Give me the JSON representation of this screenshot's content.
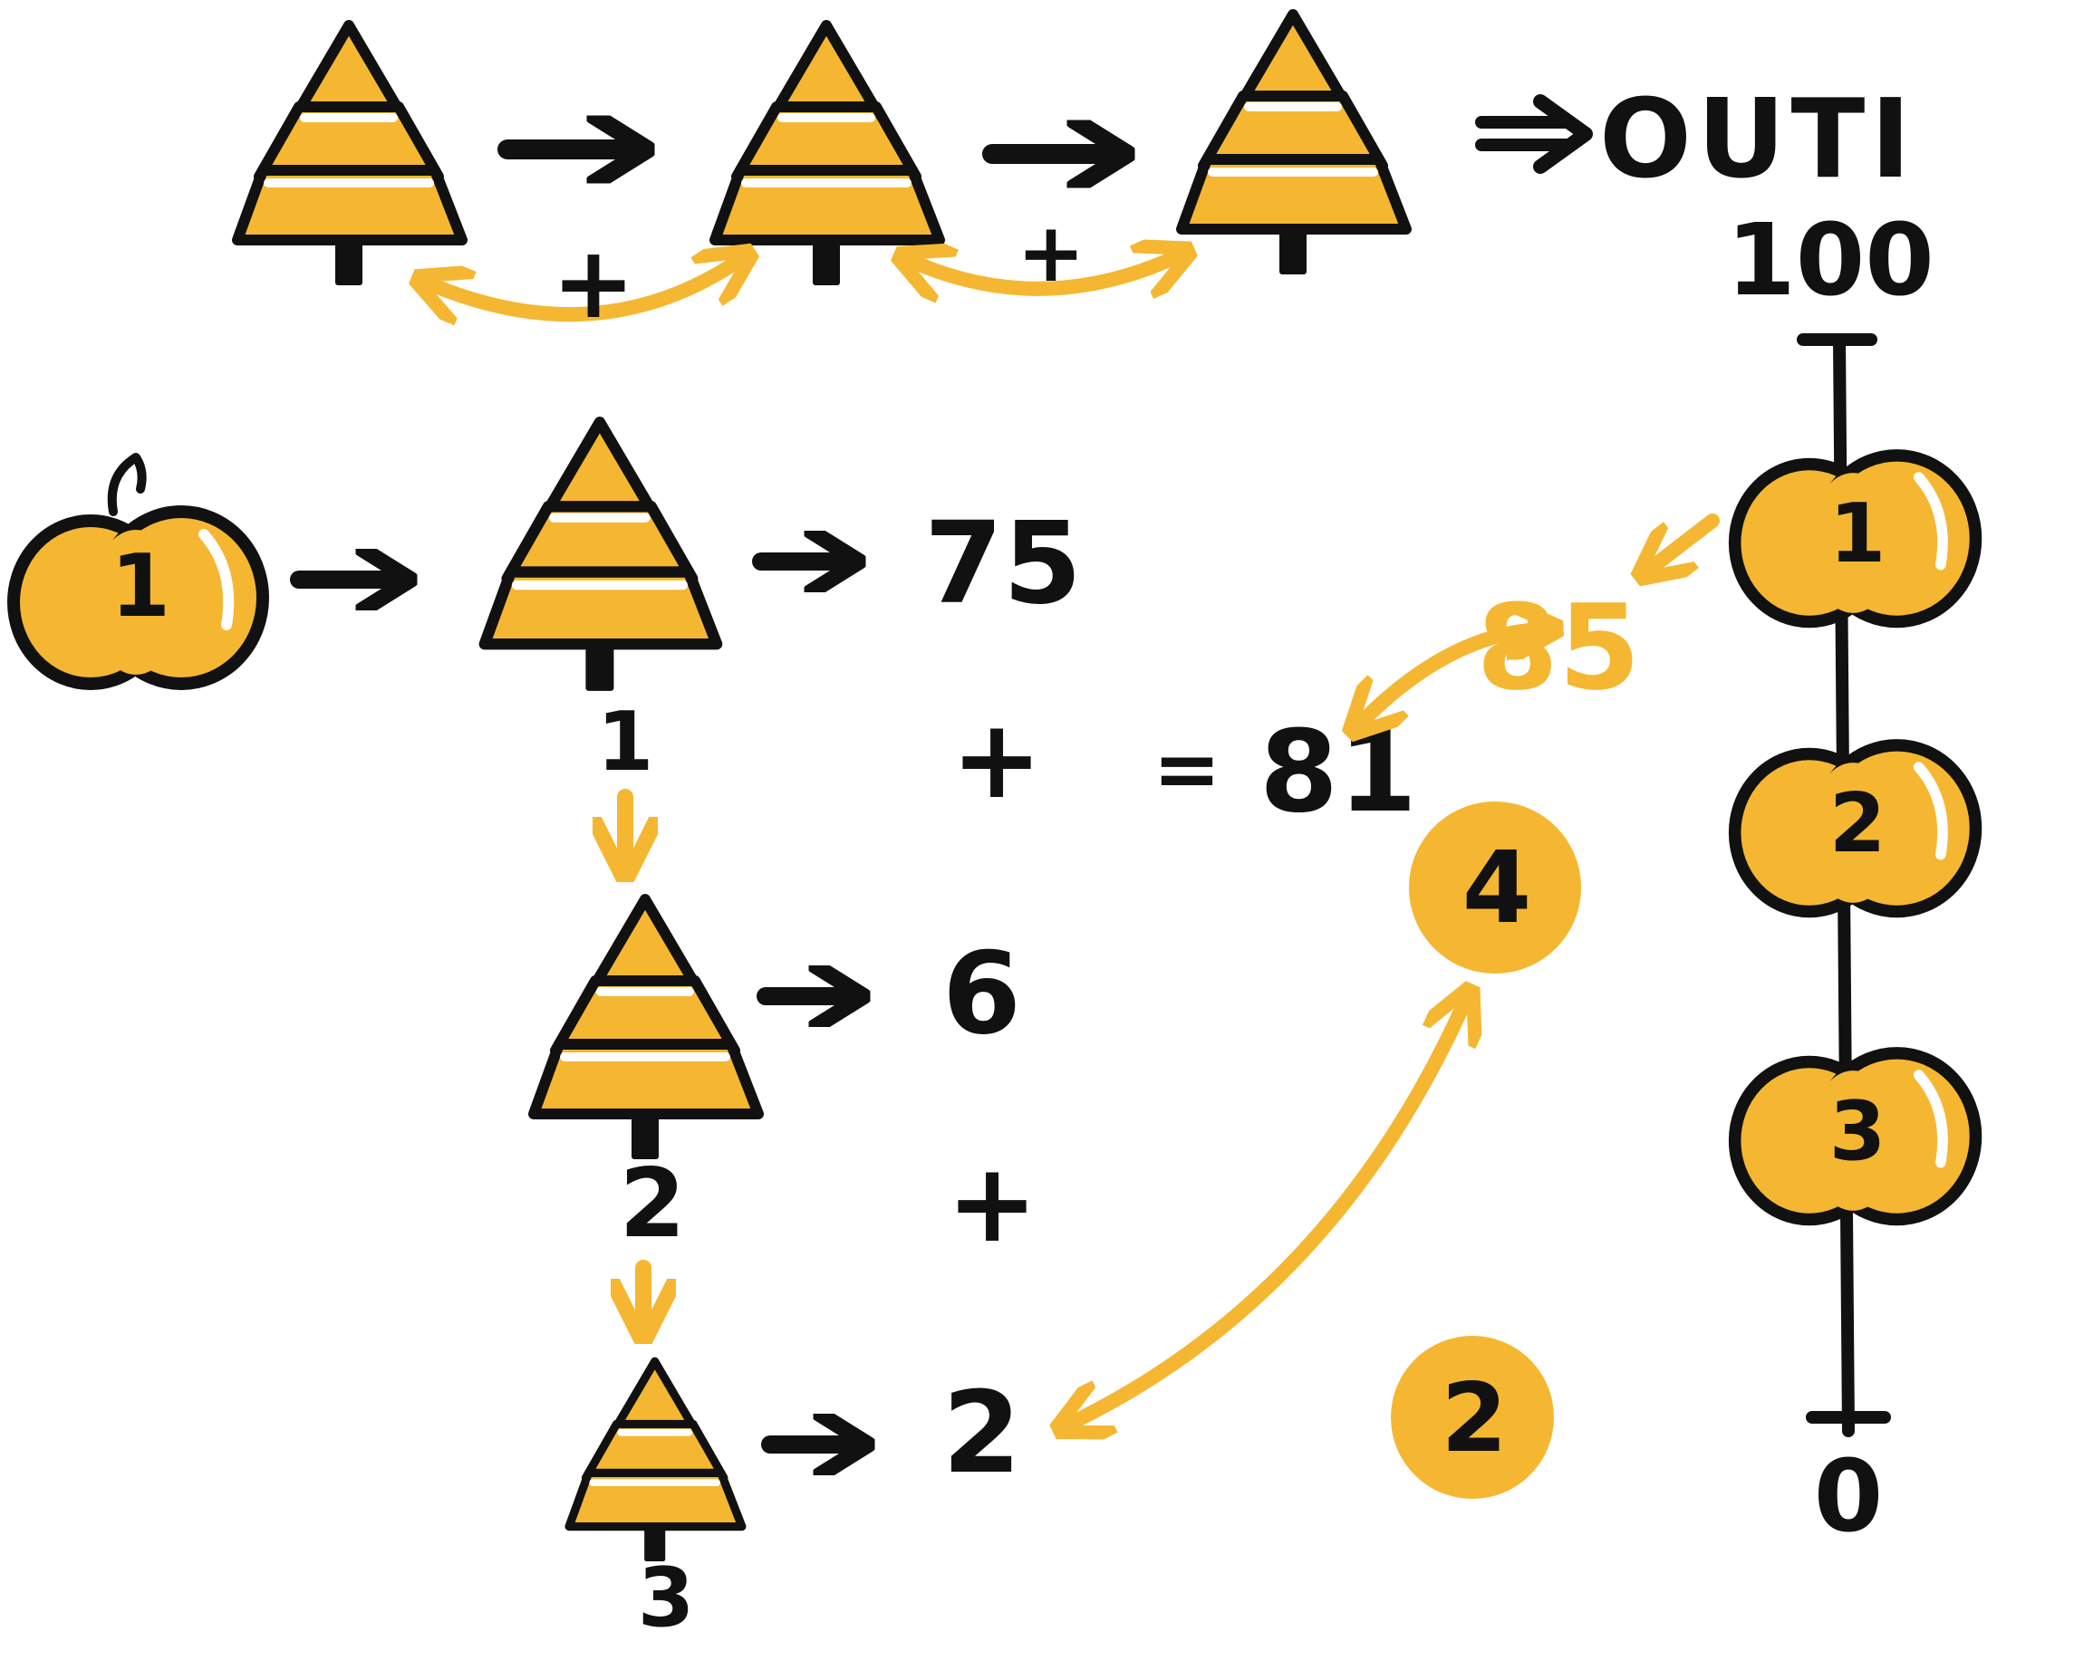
{
  "colors": {
    "accent": "#F5B731",
    "ink": "#111111",
    "background": "#FFFFFF"
  },
  "top_row": {
    "output_label": "OUTI",
    "plus_1": "+",
    "plus_2": "+"
  },
  "scale": {
    "max_label": "100",
    "min_label": "0",
    "apple_labels": [
      "1",
      "2",
      "3"
    ]
  },
  "input_apple": {
    "label": "1"
  },
  "trees": [
    {
      "index_label": "1",
      "output": "75"
    },
    {
      "index_label": "2",
      "output": "6"
    },
    {
      "index_label": "3",
      "output": "2"
    }
  ],
  "sum": {
    "plus_1": "+",
    "plus_2": "+",
    "equals": "=",
    "result": "81"
  },
  "target": {
    "value": "85"
  },
  "badges": {
    "residual": "4",
    "next_output": "2"
  },
  "icons": {
    "tree": "tree-icon",
    "apple": "apple-icon",
    "arrow": "arrow-right-icon"
  }
}
